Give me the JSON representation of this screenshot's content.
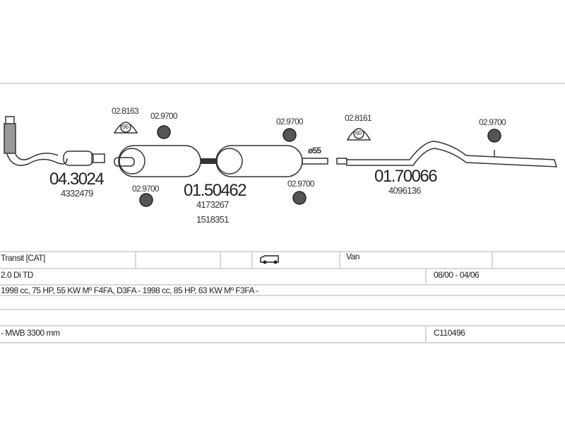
{
  "diagram": {
    "parts": [
      {
        "number": "04.3024",
        "oem": [
          "4332479"
        ]
      },
      {
        "number": "01.50462",
        "oem": [
          "4173267",
          "1518351"
        ]
      },
      {
        "number": "01.70066",
        "oem": [
          "4096136"
        ]
      }
    ],
    "clamps": {
      "c1": "02.8163",
      "c1_size": "66",
      "c2": "02.9700",
      "c3": "02.9700",
      "c4": "02.9700",
      "c5": "02.9700",
      "c6": "02.8161",
      "c6_size": "60",
      "c7": "02.9700"
    },
    "diameter": "ø55"
  },
  "table": {
    "model": "Transit  [CAT]",
    "body": "Van",
    "engine": "2.0 Di TD",
    "dates": "08/00 - 04/06",
    "specs": "1998 cc, 75 HP, 55 KW Mº F4FA, D3FA - 1998 cc, 85 HP, 63 KW Mº F3FA -",
    "wheelbase": "- MWB 3300 mm",
    "code": "C110496"
  }
}
